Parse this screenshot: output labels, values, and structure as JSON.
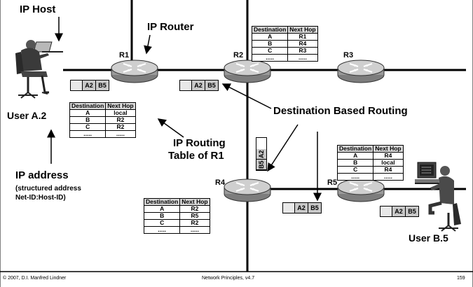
{
  "labels": {
    "ip_host": "IP Host",
    "ip_router": "IP Router",
    "user_a": "User A.2",
    "user_b": "User B.5",
    "ip_routing_table_line1": "IP Routing",
    "ip_routing_table_line2": "Table of R1",
    "destination_based_routing": "Destination Based Routing",
    "ip_address": "IP address",
    "structured_line1": "(structured address",
    "structured_line2": "Net-ID:Host-ID)"
  },
  "routers": {
    "r1": "R1",
    "r2": "R2",
    "r3": "R3",
    "r4": "R4",
    "r5": "R5"
  },
  "packet": {
    "src": "A2",
    "dst": "B5"
  },
  "tables": {
    "header": {
      "destination": "Destination",
      "next_hop": "Next Hop"
    },
    "r1": [
      [
        "A",
        "local"
      ],
      [
        "B",
        "R2"
      ],
      [
        "C",
        "R2"
      ],
      [
        ".....",
        "....."
      ]
    ],
    "r2": [
      [
        "A",
        "R1"
      ],
      [
        "B",
        "R4"
      ],
      [
        "C",
        "R3"
      ],
      [
        ".....",
        "....."
      ]
    ],
    "r4": [
      [
        "A",
        "R2"
      ],
      [
        "B",
        "R5"
      ],
      [
        "C",
        "R2"
      ],
      [
        ".....",
        "....."
      ]
    ],
    "r5": [
      [
        "A",
        "R4"
      ],
      [
        "B",
        "local"
      ],
      [
        "C",
        "R4"
      ],
      [
        ".....",
        "....."
      ]
    ]
  },
  "footer": {
    "copyright": "© 2007, D.I. Manfred Lindner",
    "title": "Network Principles, v4.7",
    "page": "159"
  },
  "colors": {
    "router_body": "#9a9a9a",
    "router_top": "#d4d4d4",
    "packet_cell": "#c8c8c8"
  }
}
